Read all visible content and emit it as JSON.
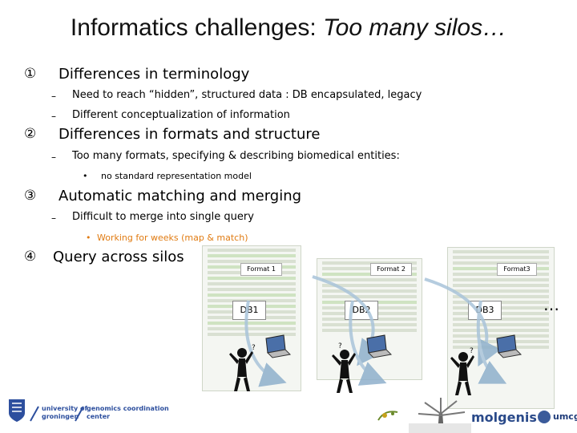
{
  "title": {
    "main": "Informatics challenges: ",
    "italic": "Too many silos…"
  },
  "items": [
    {
      "marker": "①",
      "heading": "Differences in terminology",
      "subs": [
        "Need to reach “hidden”, structured data :  DB encapsulated, legacy",
        "Different conceptualization of information"
      ]
    },
    {
      "marker": "②",
      "heading": "Differences in formats and structure",
      "subs": [
        "Too many formats, specifying & describing biomedical entities:"
      ],
      "bullet": "no standard representation model"
    },
    {
      "marker": "③",
      "heading": "Automatic matching and merging",
      "subs": [
        "Difficult to merge into single query"
      ],
      "bullet": "Working for weeks (map & match)"
    },
    {
      "marker": "④",
      "heading": "Query across silos"
    }
  ],
  "dash": "–",
  "bullet_mark": "•",
  "diagram": {
    "formats": [
      "Format 1",
      "Format 2",
      "Format3"
    ],
    "dbs": [
      "DB1",
      "DB2",
      "DB3"
    ],
    "ellipsis": "…"
  },
  "footer": {
    "university": [
      "university of",
      "groningen"
    ],
    "center": [
      "genomics coordination",
      "center"
    ],
    "molgenis": "molgenis",
    "umcg": "umcg"
  },
  "colors": {
    "accent_orange": "#e07b12",
    "uni_blue": "#2d4f9e",
    "molgenis_blue": "#2a4a8a"
  }
}
